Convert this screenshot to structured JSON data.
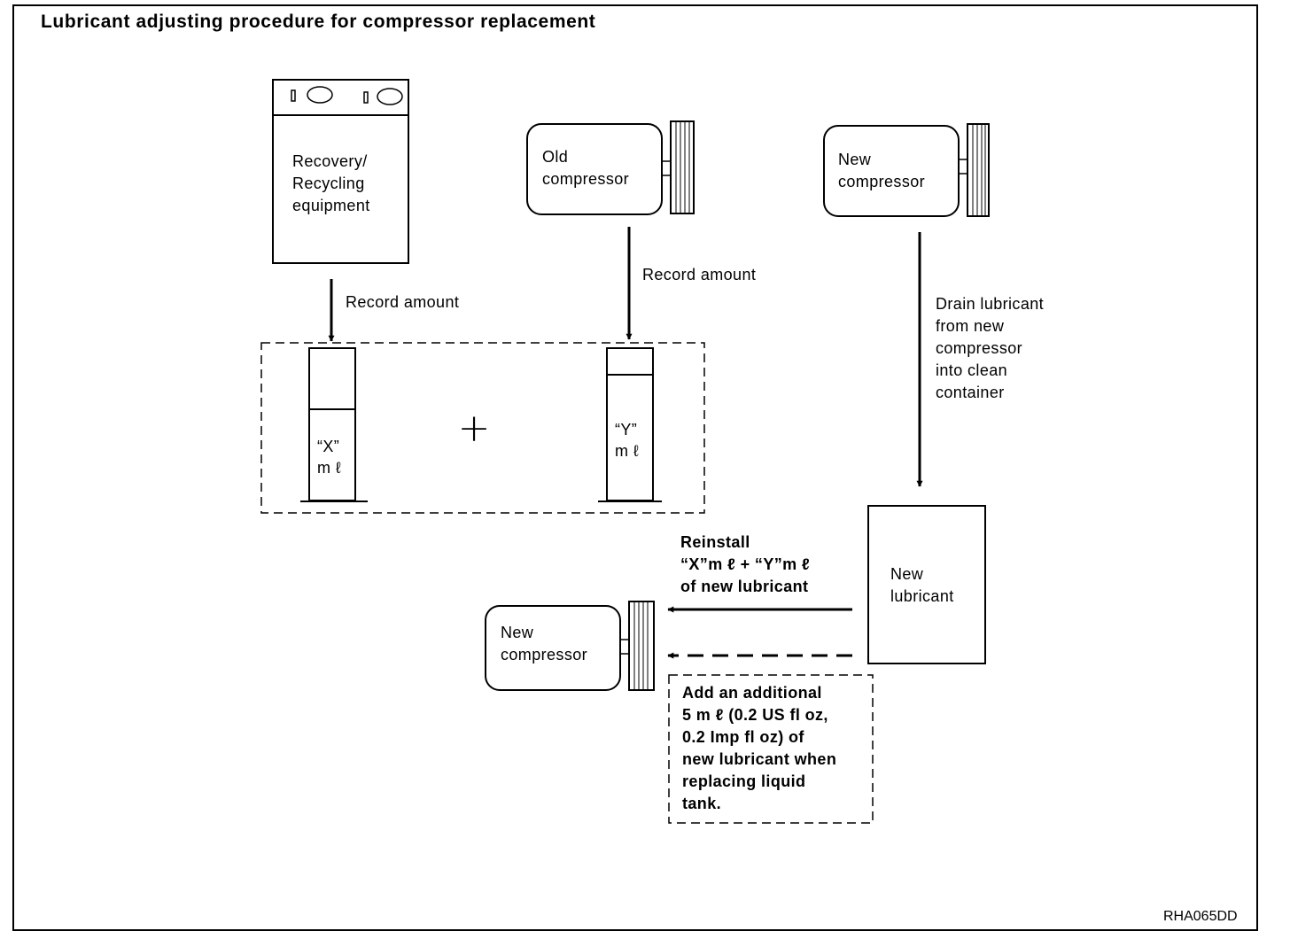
{
  "title": "Lubricant adjusting procedure for compressor replacement",
  "figure_id": "RHA065DD",
  "nodes": {
    "recovery_equipment": "Recovery/\nRecycling\nequipment",
    "old_compressor": "Old\ncompressor",
    "new_compressor_top": "New\ncompressor",
    "new_compressor_bottom": "New\ncompressor",
    "new_lubricant": "New\nlubricant",
    "container_x": "“X”\nm ℓ",
    "container_y": "“Y”\nm ℓ",
    "plus_sign": "+"
  },
  "edges": {
    "record_amount_left": "Record amount",
    "record_amount_right": "Record amount",
    "drain": "Drain lubricant\nfrom new\ncompressor\ninto clean\ncontainer",
    "reinstall": "Reinstall\n“X”m ℓ  +  “Y”m ℓ\nof new lubricant"
  },
  "note": "Add an additional\n5 m ℓ  (0.2 US fl oz,\n0.2 Imp fl oz) of\nnew lubricant when\nreplacing liquid\ntank."
}
